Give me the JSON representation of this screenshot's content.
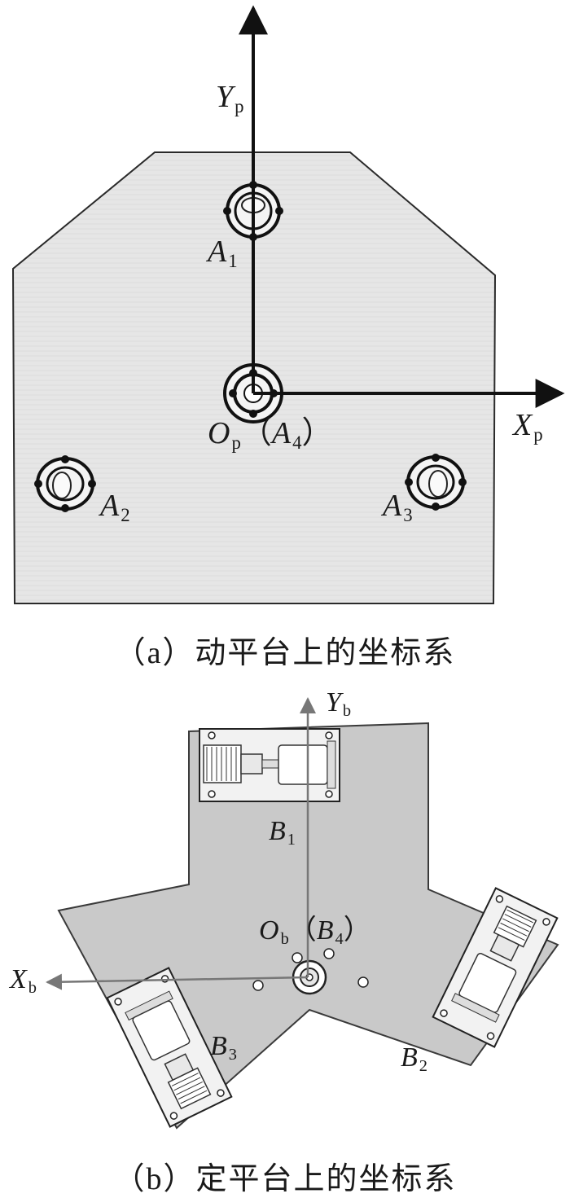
{
  "panel_a": {
    "caption": "（a）动平台上的坐标系",
    "axis_x": {
      "symbol": "X",
      "sub": "p"
    },
    "axis_y": {
      "symbol": "Y",
      "sub": "p"
    },
    "origin": {
      "symbol": "O",
      "sub": "p",
      "paren_symbol": "A",
      "paren_sub": "4"
    },
    "joints": [
      {
        "symbol": "A",
        "sub": "1"
      },
      {
        "symbol": "A",
        "sub": "2"
      },
      {
        "symbol": "A",
        "sub": "3"
      }
    ],
    "colors": {
      "plate": "#e4e4e4",
      "outline": "#222222",
      "axis": "#111111"
    }
  },
  "panel_b": {
    "caption": "（b）定平台上的坐标系",
    "axis_x": {
      "symbol": "X",
      "sub": "b"
    },
    "axis_y": {
      "symbol": "Y",
      "sub": "b"
    },
    "origin": {
      "symbol": "O",
      "sub": "b",
      "paren_symbol": "B",
      "paren_sub": "4"
    },
    "joints": [
      {
        "symbol": "B",
        "sub": "1"
      },
      {
        "symbol": "B",
        "sub": "2"
      },
      {
        "symbol": "B",
        "sub": "3"
      }
    ],
    "colors": {
      "plate": "#c8c8c8",
      "outline": "#333333",
      "axis": "#777777"
    }
  }
}
